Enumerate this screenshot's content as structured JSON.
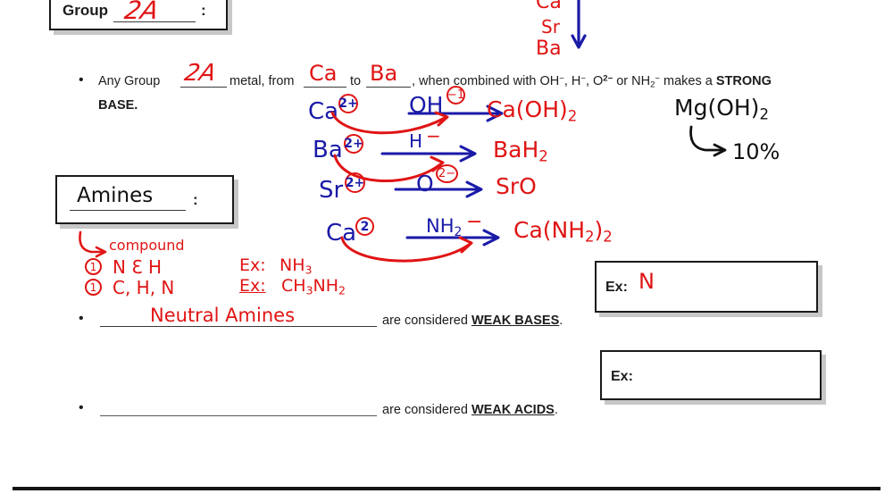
{
  "document": {
    "type": "chemistry-lecture-worksheet",
    "subject": "Strong Bases and Amines",
    "ink_colors": {
      "red": "#e01414",
      "blue": "#1a1aa8",
      "black": "#101010",
      "print": "#1c1c1c"
    }
  },
  "group_box": {
    "label": "Group",
    "answer": "2A",
    "colon": ":"
  },
  "top_right_list": {
    "items": [
      "Ca",
      "Sr",
      "Ba"
    ],
    "arrow": "down-arrow"
  },
  "main_bullet": {
    "bullet": "•",
    "seg1": "Any Group",
    "blank1_answer": "2A",
    "seg2": "metal, from",
    "blank2_answer": "Ca",
    "seg3": "to",
    "blank3_answer": "Ba",
    "seg4": ", when combined with OH",
    "sup1": "−",
    "seg5": ", H",
    "sup2": "−",
    "seg6": ", O",
    "sup3": "2−",
    "seg7": " or NH",
    "sub1": "2",
    "sup4": "−",
    "seg8": " makes a",
    "strong": "STRONG",
    "line2_strong": "BASE."
  },
  "reactions": [
    {
      "reactant": "Ca",
      "charge": "2+",
      "reagent": "OH",
      "reagent_charge": "−1",
      "product": "Ca(OH)",
      "product_sub": "2"
    },
    {
      "reactant": "Ba",
      "charge": "2+",
      "reagent": "H",
      "reagent_charge": "−",
      "product": "BaH",
      "product_sub": "2"
    },
    {
      "reactant": "Sr",
      "charge": "2+",
      "reagent": "O",
      "reagent_charge": "2−",
      "product": "SrO",
      "product_sub": ""
    },
    {
      "reactant": "Ca",
      "charge": "2",
      "reagent": "NH",
      "reagent_sub": "2",
      "reagent_charge": "−",
      "product": "Ca(NH",
      "product_sub2": "2",
      "product_tail": ")",
      "product_sub3": "2"
    }
  ],
  "mg_note": {
    "formula": "Mg(OH)",
    "formula_sub": "2",
    "arrow": "elbow-arrow",
    "value": "10%"
  },
  "amines_box": {
    "answer": "Amines",
    "colon": ":"
  },
  "amines_notes": {
    "arrow_label": "compound",
    "rows": [
      {
        "number": "1",
        "content": "N  Ɛ H",
        "ex_label": "Ex:",
        "ex_value": "NH3"
      },
      {
        "number": "1",
        "content": "C, H, N",
        "ex_label": "Ex:",
        "ex_value": "CH3NH2"
      }
    ]
  },
  "weak_bases_line": {
    "bullet": "•",
    "answer": "Neutral   Amines",
    "text_before_bold": "are considered",
    "bold_text": "WEAK BASES",
    "period": "."
  },
  "weak_acids_line": {
    "bullet": "•",
    "answer": "",
    "text_before_bold": "are considered",
    "bold_text": "WEAK ACIDS",
    "period": "."
  },
  "ex_boxes": [
    {
      "label": "Ex:",
      "value": "N"
    },
    {
      "label": "Ex:",
      "value": ""
    }
  ]
}
